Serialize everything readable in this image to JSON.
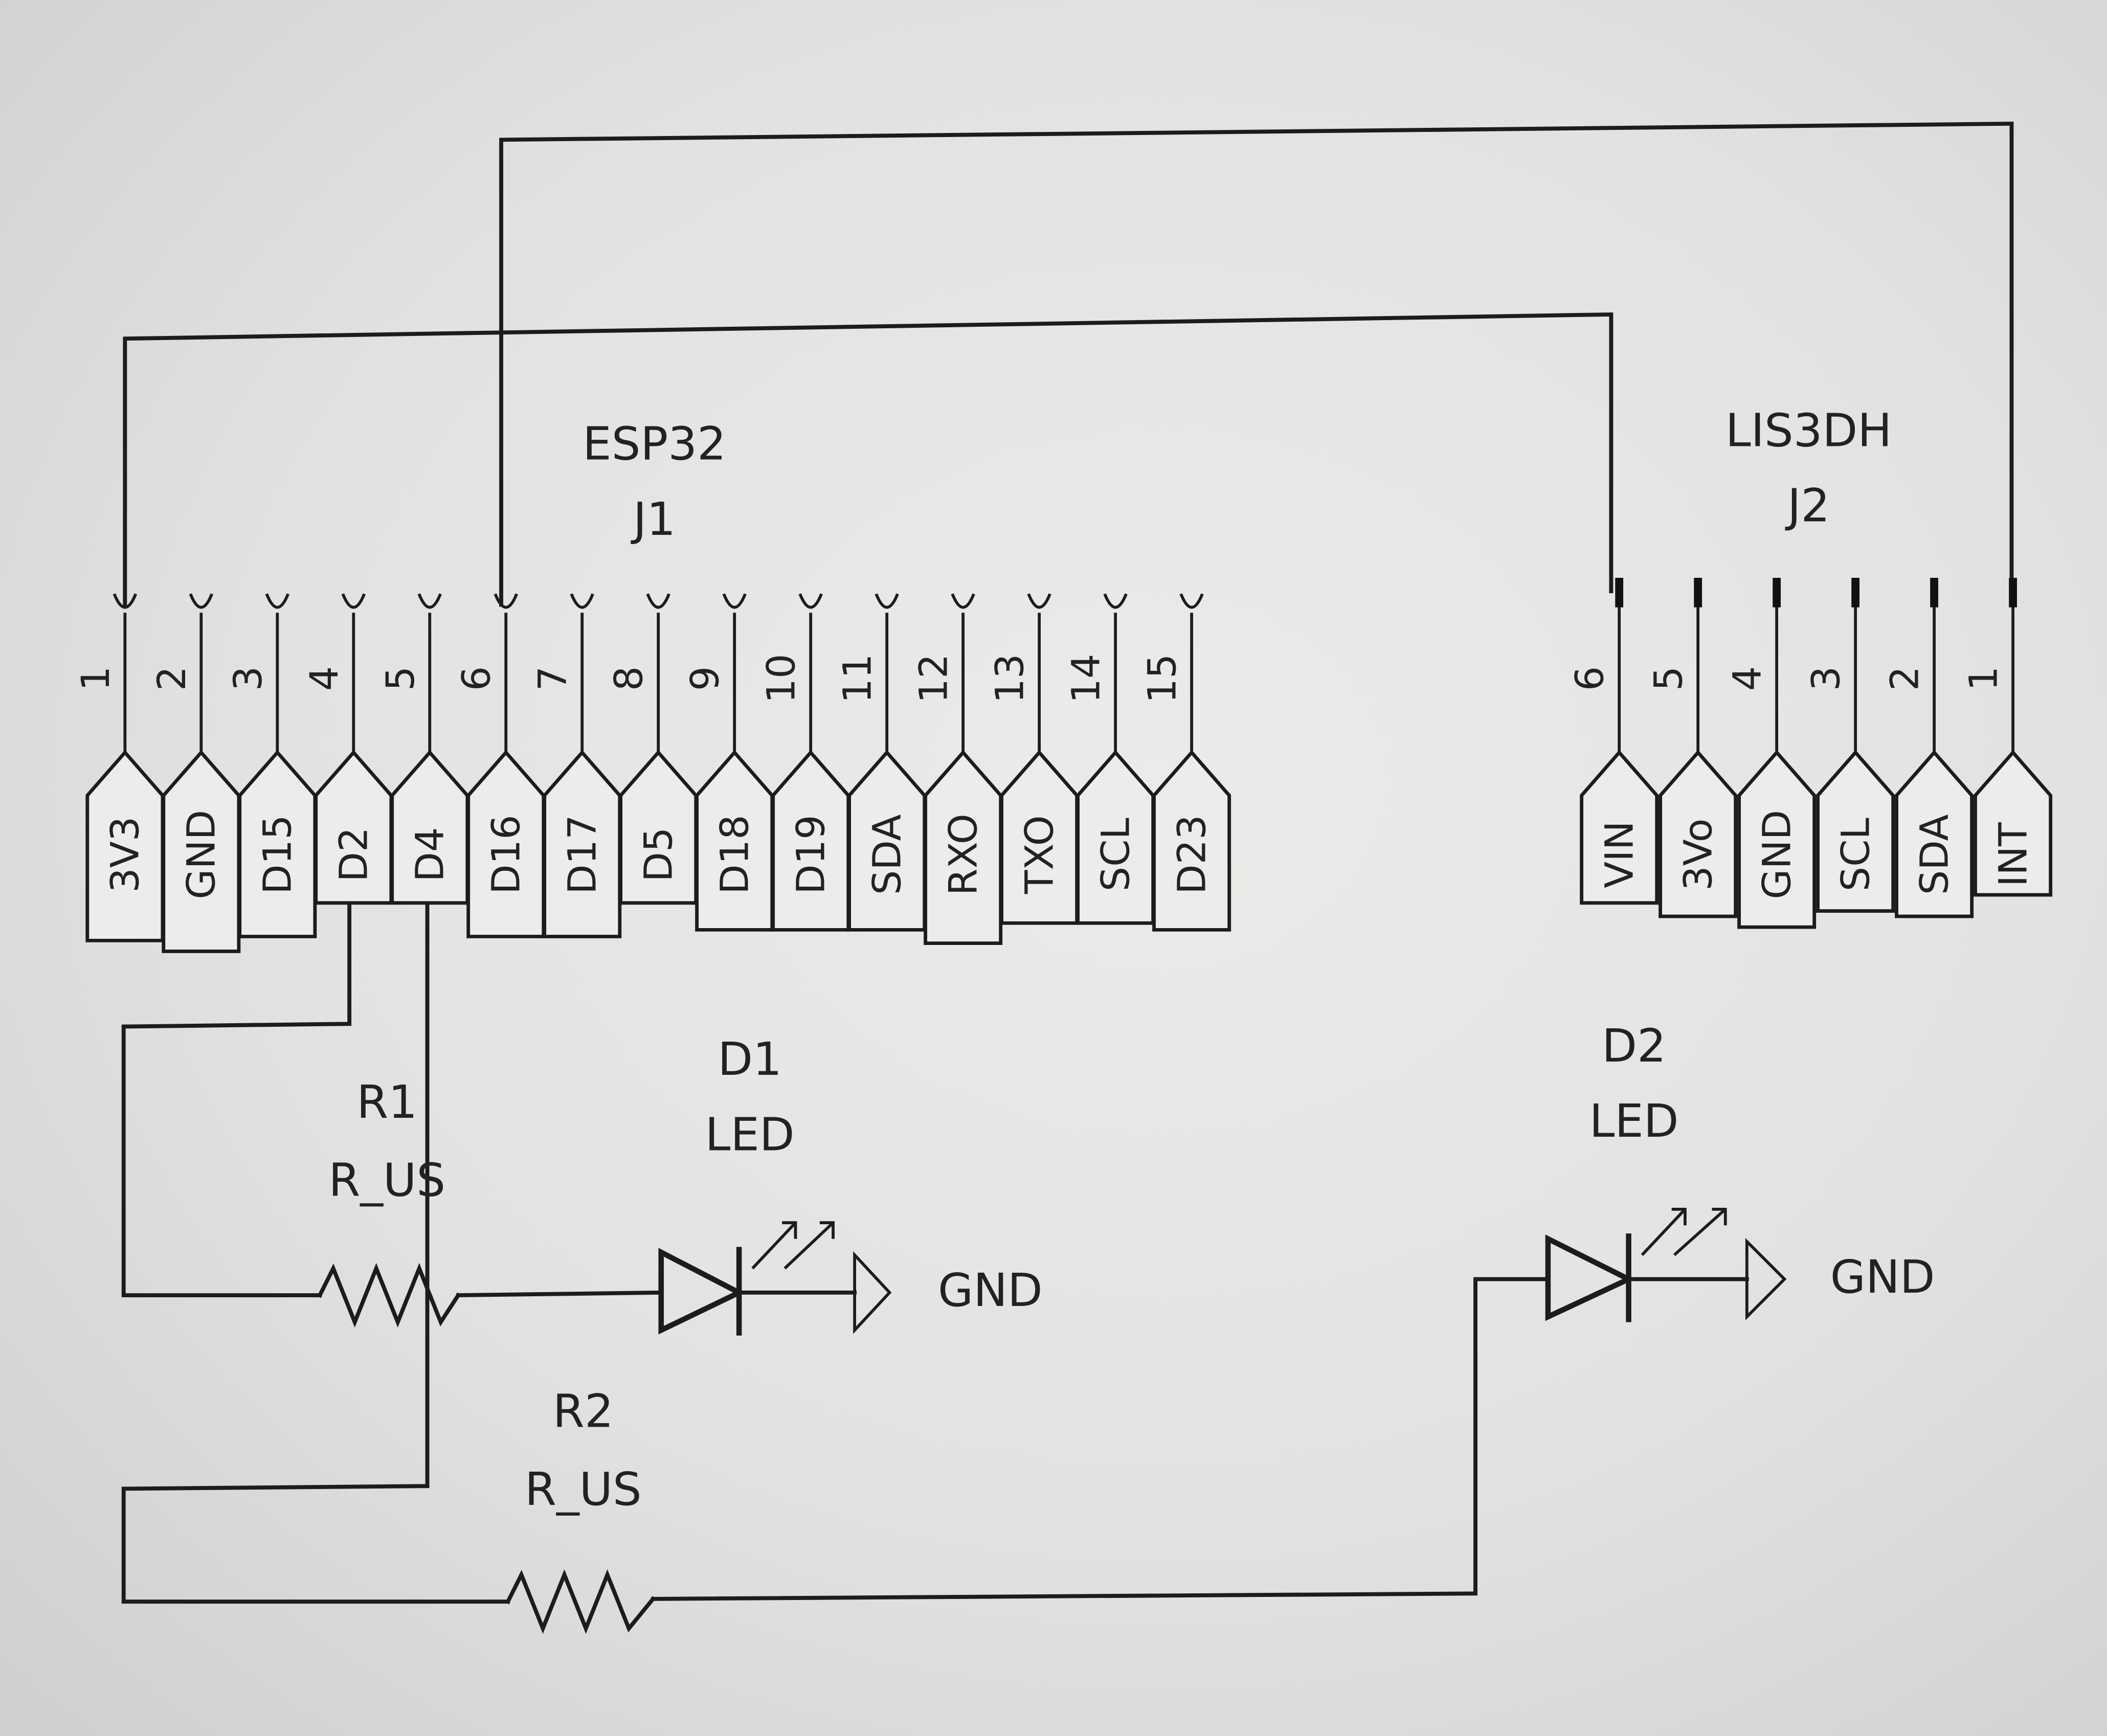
{
  "schematic": {
    "connector_j1": {
      "ref": "J1",
      "value": "ESP32",
      "pins": [
        {
          "num": "1",
          "name": "3V3"
        },
        {
          "num": "2",
          "name": "GND"
        },
        {
          "num": "3",
          "name": "D15"
        },
        {
          "num": "4",
          "name": "D2"
        },
        {
          "num": "5",
          "name": "D4"
        },
        {
          "num": "6",
          "name": "D16"
        },
        {
          "num": "7",
          "name": "D17"
        },
        {
          "num": "8",
          "name": "D5"
        },
        {
          "num": "9",
          "name": "D18"
        },
        {
          "num": "10",
          "name": "D19"
        },
        {
          "num": "11",
          "name": "SDA"
        },
        {
          "num": "12",
          "name": "RXO"
        },
        {
          "num": "13",
          "name": "TXO"
        },
        {
          "num": "14",
          "name": "SCL"
        },
        {
          "num": "15",
          "name": "D23"
        }
      ]
    },
    "connector_j2": {
      "ref": "J2",
      "value": "LIS3DH",
      "pins": [
        {
          "num": "6",
          "name": "VIN"
        },
        {
          "num": "5",
          "name": "3Vo"
        },
        {
          "num": "4",
          "name": "GND"
        },
        {
          "num": "3",
          "name": "SCL"
        },
        {
          "num": "2",
          "name": "SDA"
        },
        {
          "num": "1",
          "name": "INT"
        }
      ]
    },
    "resistor_r1": {
      "ref": "R1",
      "value": "R_US"
    },
    "resistor_r2": {
      "ref": "R2",
      "value": "R_US"
    },
    "led_d1": {
      "ref": "D1",
      "value": "LED",
      "ground_label": "GND"
    },
    "led_d2": {
      "ref": "D2",
      "value": "LED",
      "ground_label": "GND"
    },
    "nets": [
      "J1.1 (3V3) - J2.6 (VIN)",
      "J1.6 (D16) - J2.1 (INT)",
      "J1.4 (D2) - R1 - D1 - GND",
      "J1.5 (D4) - R2 - D2 - GND"
    ]
  }
}
